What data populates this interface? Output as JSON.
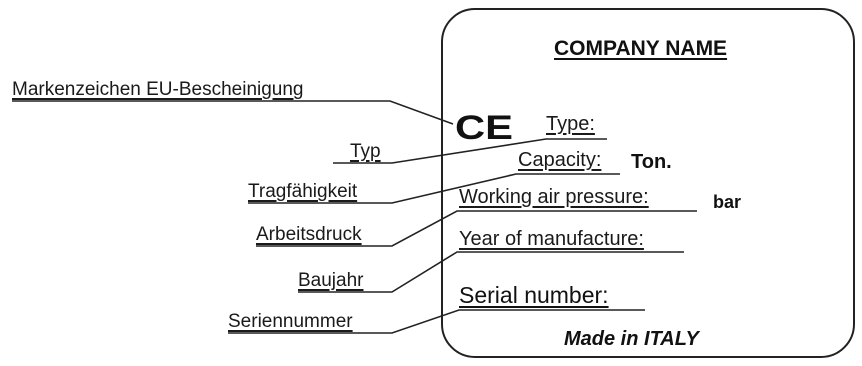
{
  "plate": {
    "company_name": "COMPANY NAME",
    "ce_mark": "CE",
    "type_label": "Type:",
    "capacity_label": "Capacity:",
    "capacity_unit": "Ton.",
    "pressure_label": "Working air pressure:",
    "pressure_unit": "bar",
    "year_label": "Year of manufacture:",
    "serial_label": "Serial number:",
    "origin": "Made in ITALY"
  },
  "callouts": {
    "ce_mark": "Markenzeichen EU-Bescheinigung",
    "type": "Typ",
    "capacity": "Tragfähigkeit",
    "pressure": "Arbeitsdruck",
    "year": "Baujahr",
    "serial": "Seriennummer"
  },
  "colors": {
    "stroke": "#222222",
    "text": "#1a1a1a"
  }
}
